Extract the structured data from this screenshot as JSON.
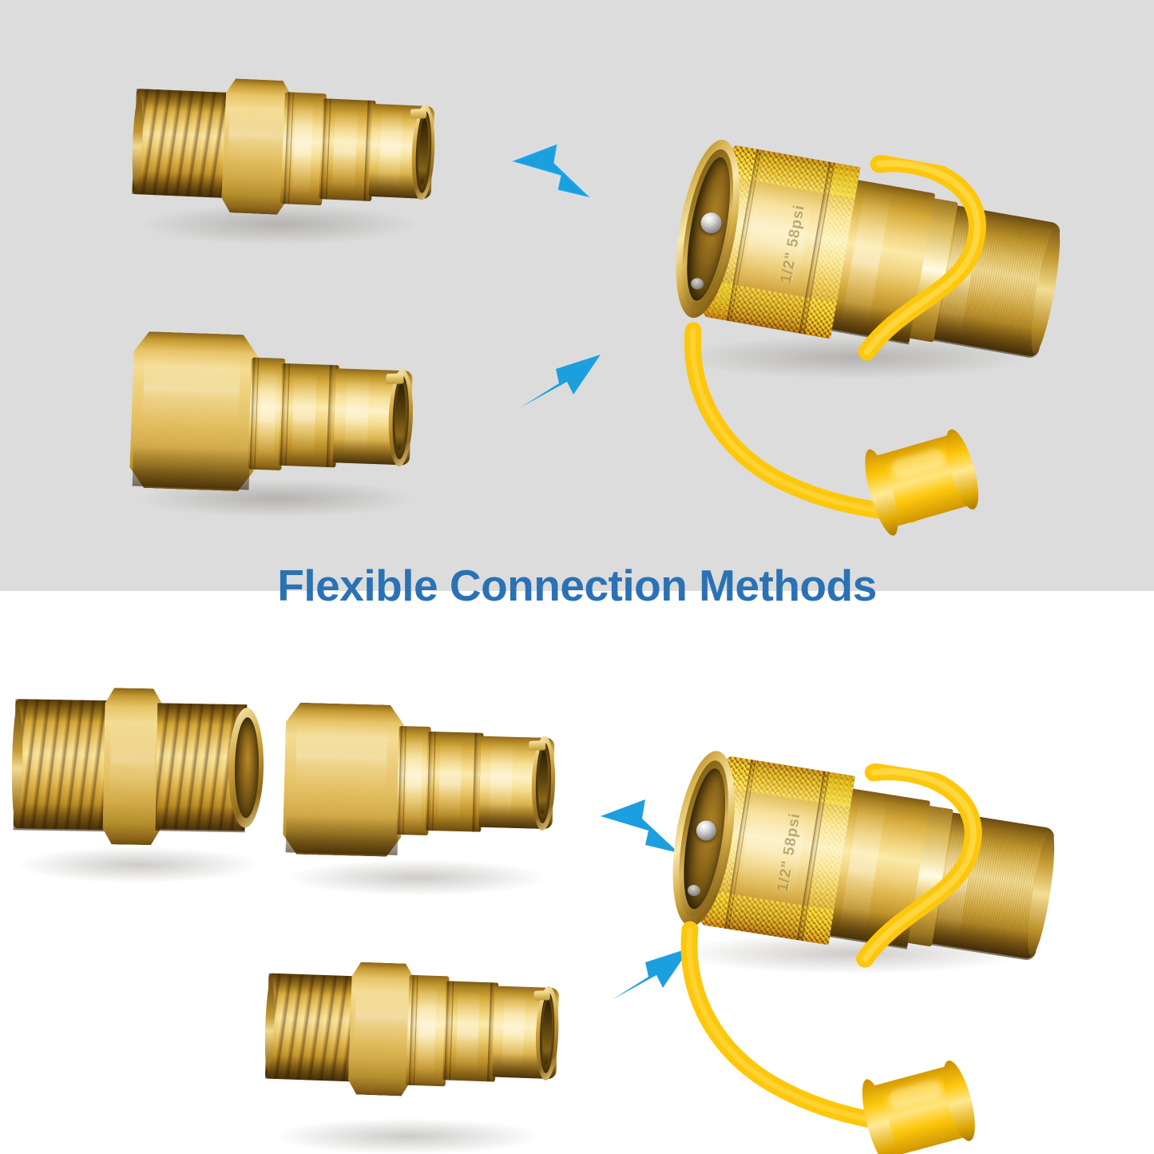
{
  "title": {
    "text": "Flexible Connection Methods",
    "color": "#2a72b5"
  },
  "theme": {
    "top_panel_bg": "#dcdcdc",
    "bottom_panel_bg": "#ffffff",
    "arrow_color": "#1c9fdf",
    "brass_highlight": "#fbeaa9",
    "brass_midtone": "#d4a93a",
    "brass_shadow": "#6b4c10",
    "cap_yellow": "#fdc70c",
    "cap_yellow_shadow": "#e0a800",
    "steel_ball": "#c9c9c9"
  },
  "panels": [
    {
      "id": "top-panel",
      "name": "top-comparison-panel",
      "background": "#dcdcdc",
      "parts": [
        {
          "id": "top-male-nipple-plug",
          "label": "Male NPT nipple quick-connect plug",
          "type": "plug",
          "thread": "male",
          "end": "quick-connect-plug"
        },
        {
          "id": "top-female-hex-plug",
          "label": "Female NPT hex quick-connect plug",
          "type": "plug",
          "thread": "female-hex",
          "end": "quick-connect-plug"
        },
        {
          "id": "top-coupler",
          "label": "Female quick-connect coupler with yellow dust cap",
          "type": "coupler",
          "has_dust_cap": true,
          "dust_cap_color": "#fdc70c",
          "engraving": "1/2\" 58psi"
        }
      ],
      "arrows": [
        {
          "id": "top-arrow-1",
          "direction": "down-right",
          "label": "connect-arrow"
        },
        {
          "id": "top-arrow-2",
          "direction": "up-right",
          "label": "connect-arrow"
        }
      ]
    },
    {
      "id": "bottom-panel",
      "name": "bottom-comparison-panel",
      "background": "#ffffff",
      "parts": [
        {
          "id": "bottom-hex-nipple",
          "label": "Double male hex nipple adapter",
          "type": "adapter",
          "thread": "male-male-hex"
        },
        {
          "id": "bottom-female-hex-plug",
          "label": "Female NPT hex quick-connect plug",
          "type": "plug",
          "thread": "female-hex",
          "end": "quick-connect-plug"
        },
        {
          "id": "bottom-male-nipple-plug",
          "label": "Male NPT nipple quick-connect plug",
          "type": "plug",
          "thread": "male",
          "end": "quick-connect-plug"
        },
        {
          "id": "bottom-coupler",
          "label": "Female quick-connect coupler with yellow dust cap",
          "type": "coupler",
          "has_dust_cap": true,
          "dust_cap_color": "#fdc70c",
          "engraving": "1/2\" 58psi"
        }
      ],
      "arrows": [
        {
          "id": "bottom-arrow-1",
          "direction": "down-right",
          "label": "connect-arrow"
        },
        {
          "id": "bottom-arrow-2",
          "direction": "up-right",
          "label": "connect-arrow"
        }
      ]
    }
  ]
}
